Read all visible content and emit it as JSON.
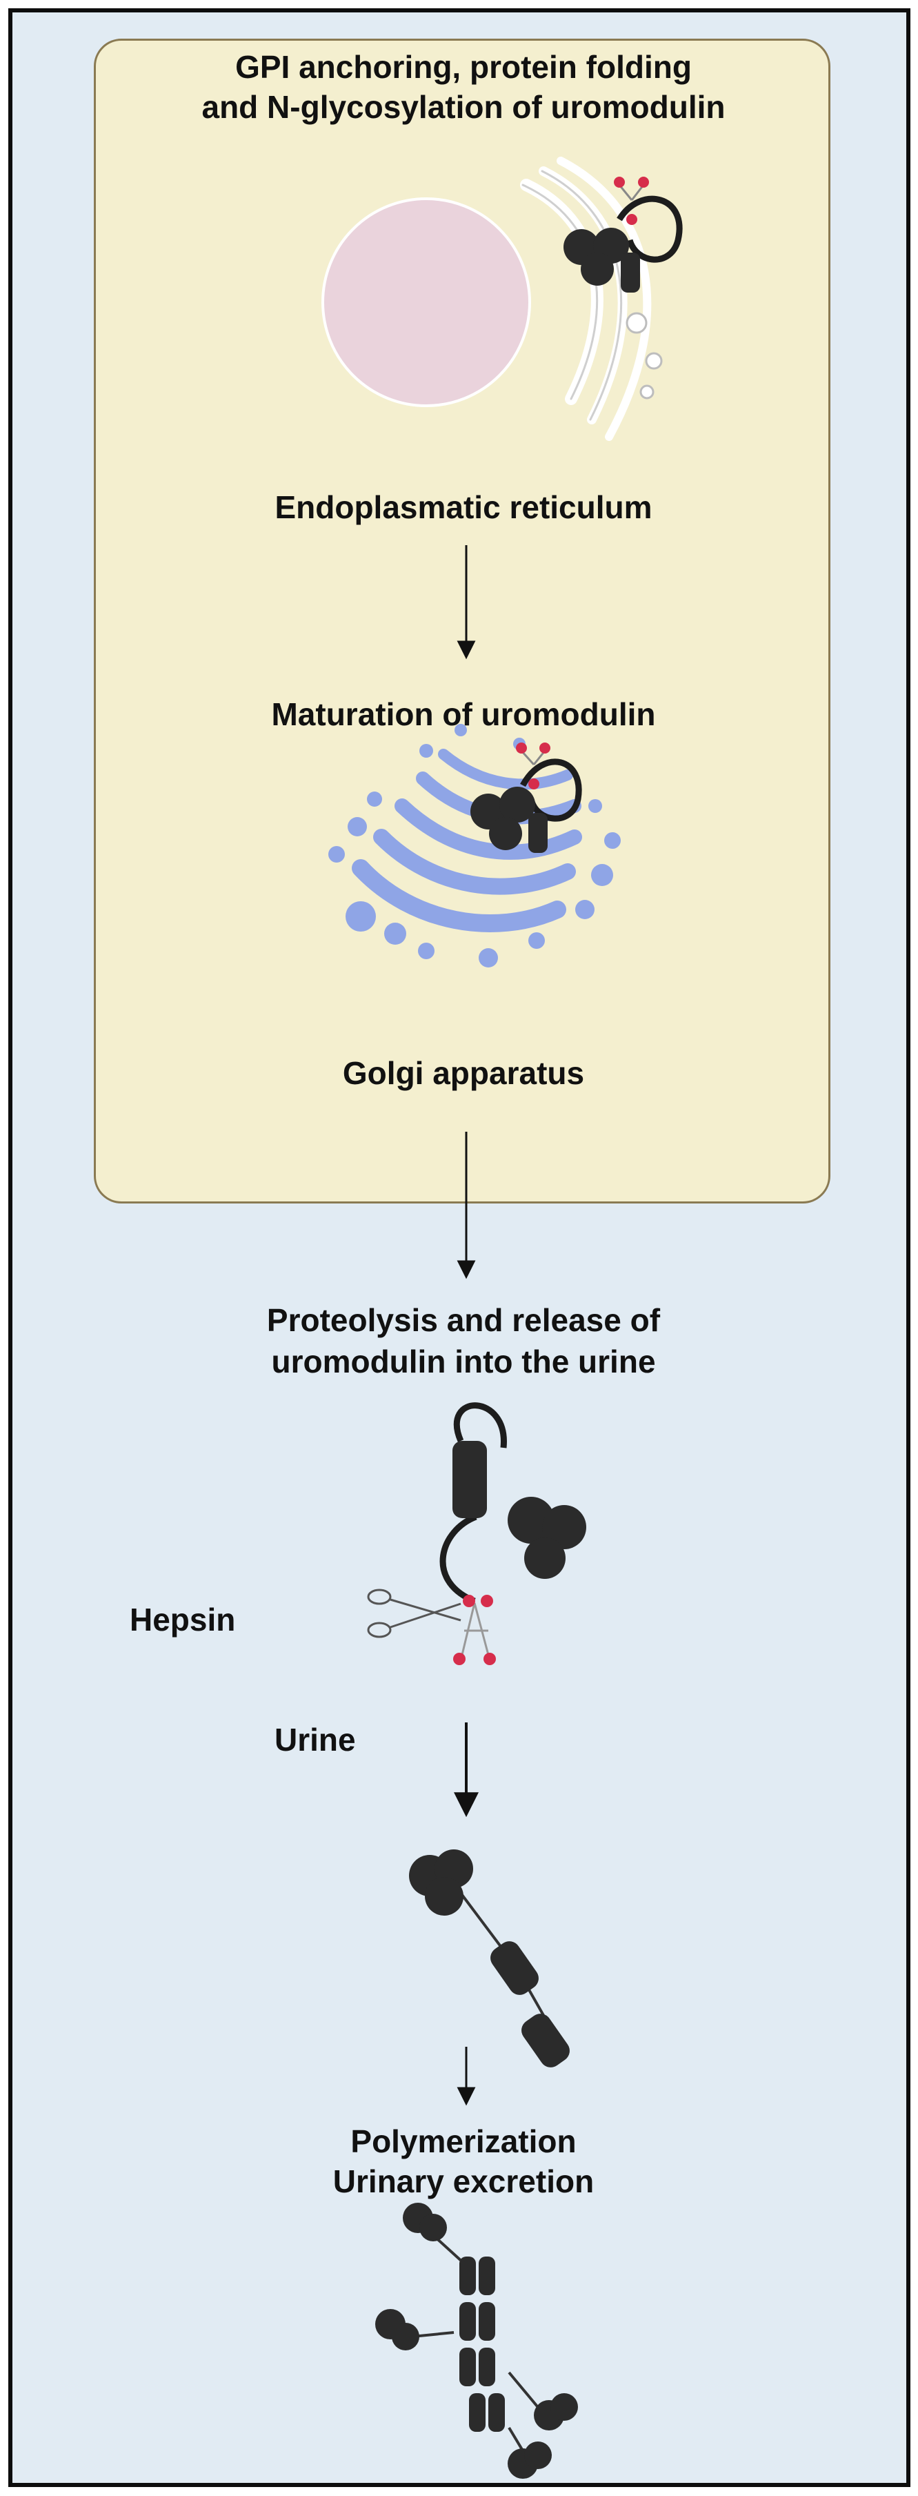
{
  "steps": {
    "er_title_line1": "GPI anchoring, protein folding",
    "er_title_line2": "and N-glycosylation of uromodulin",
    "er_label": "Endoplasmatic reticulum",
    "golgi_title": "Maturation of uromodulin",
    "golgi_label": "Golgi apparatus",
    "release_title_line1": "Proteolysis and release of",
    "release_title_line2": "uromodulin into the urine",
    "hepsin_label": "Hepsin",
    "urine_label": "Urine",
    "final_line1": "Polymerization",
    "final_line2": "Urinary excretion"
  },
  "colors": {
    "background": "#e1ebf3",
    "cell": "#f4efcf",
    "cell_border": "#8a7a52",
    "nucleus": "#ead3dc",
    "golgi": "#8fa5e6",
    "protein": "#2b2b2b",
    "anchor_dot": "#d62d4b"
  }
}
